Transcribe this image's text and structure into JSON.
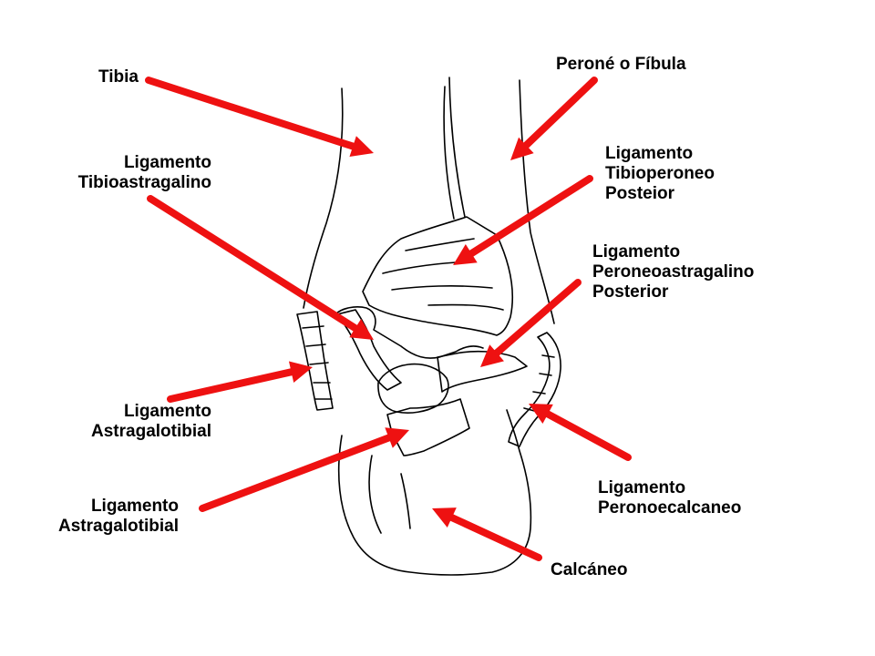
{
  "colors": {
    "arrow": "#ee1111",
    "outline": "#000000",
    "background": "#ffffff"
  },
  "labels": {
    "tibia": [
      "Tibia"
    ],
    "perone": [
      "Peroné o Fíbula"
    ],
    "tibioastragalino": [
      "Ligamento",
      "Tibioastragalino"
    ],
    "tibioperoneo": [
      "Ligamento",
      "Tibioperoneo",
      "Posteior"
    ],
    "peroneoastragalino": [
      "Ligamento",
      "Peroneoastragalino",
      "Posterior"
    ],
    "astragalotibial_upper": [
      "Ligamento",
      "Astragalotibial"
    ],
    "astragalotibial_lower": [
      "Ligamento",
      "Astragalotibial"
    ],
    "peronoecalcaneo": [
      "Ligamento",
      "Peronoecalcaneo"
    ],
    "calcaneo": [
      "Calcáneo"
    ]
  }
}
